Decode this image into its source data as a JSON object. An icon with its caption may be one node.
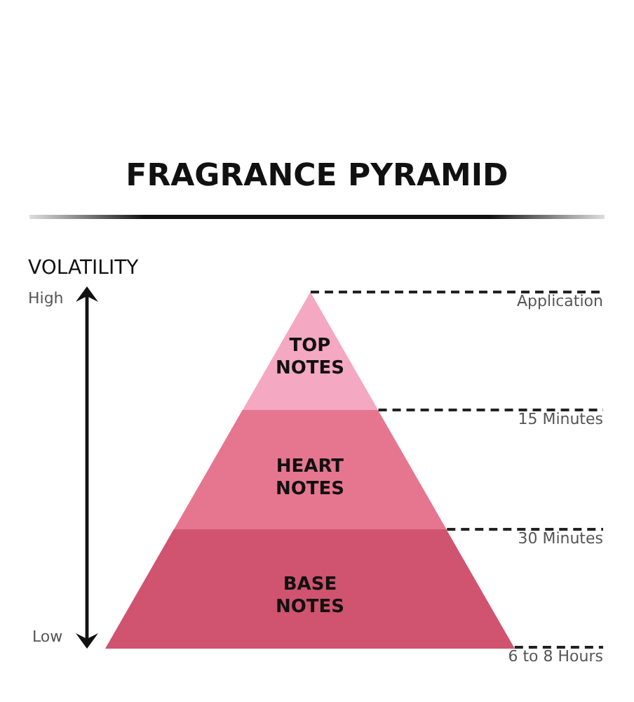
{
  "diagram": {
    "title": "FRAGRANCE PYRAMID",
    "nodes": [
      {
        "text": [
          "TOP NOTES"
        ]
      },
      {
        "text": [
          "HEART NOTES"
        ]
      },
      {
        "text": [
          "BASE NOTES"
        ]
      },
      {
        "text": [
          "Application"
        ]
      },
      {
        "text": [
          "15 Minutes"
        ]
      },
      {
        "text": [
          "30 Minutes"
        ]
      },
      {
        "text": [
          "6 to 8 Hours"
        ]
      }
    ],
    "edges": [
      {
        "from": 0,
        "to": 3,
        "arrow": "none",
        "style": "dashed"
      },
      {
        "from": 0,
        "to": 4,
        "arrow": "none",
        "style": "dashed"
      },
      {
        "from": 1,
        "to": 5,
        "arrow": "none",
        "style": "dashed"
      },
      {
        "from": 2,
        "to": 6,
        "arrow": "none",
        "style": "dashed"
      }
    ],
    "labels": [
      "VOLATILITY",
      "High",
      "Low"
    ]
  }
}
